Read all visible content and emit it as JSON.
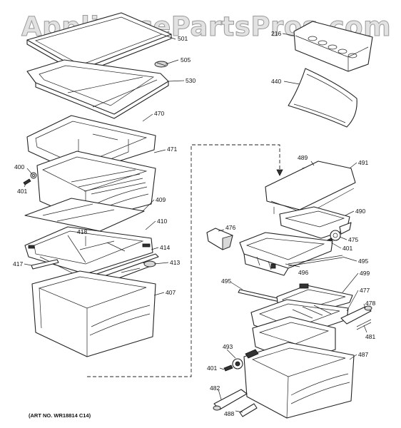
{
  "watermark": {
    "text": "AppliancePartsPros.com"
  },
  "art_number": "(ART NO. WR18814 C14)",
  "callouts": [
    "501",
    "505",
    "530",
    "470",
    "471",
    "400",
    "401",
    "409",
    "410",
    "418",
    "414",
    "417",
    "413",
    "407",
    "216",
    "440",
    "489",
    "491",
    "490",
    "476",
    "475",
    "401",
    "495",
    "496",
    "495",
    "499",
    "477",
    "478",
    "481",
    "493",
    "401",
    "487",
    "482",
    "488"
  ],
  "colors": {
    "line": "#222222",
    "watermark_fill": "#e2e2e2",
    "watermark_outline": "#9a9a9a"
  }
}
